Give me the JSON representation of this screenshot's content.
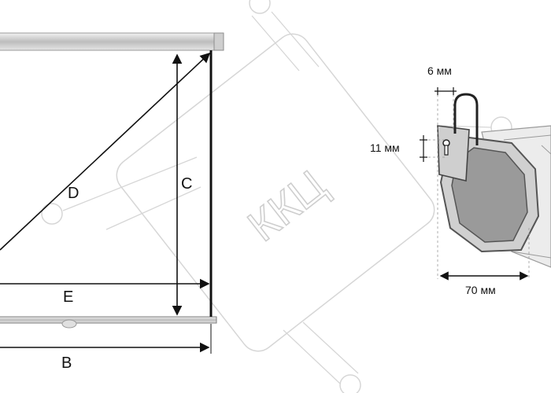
{
  "diagram": {
    "labels": {
      "D": "D",
      "C": "C",
      "E": "E",
      "B": "B"
    },
    "mount_detail": {
      "width_dim": "6 мм",
      "height_dim": "11 мм",
      "depth_dim": "70 мм"
    },
    "watermark": "ККЦ",
    "colors": {
      "line": "#111111",
      "case_fill": "#d9d9d9",
      "case_side": "#8a8a8a",
      "watermark": "#cfcfcf"
    }
  }
}
